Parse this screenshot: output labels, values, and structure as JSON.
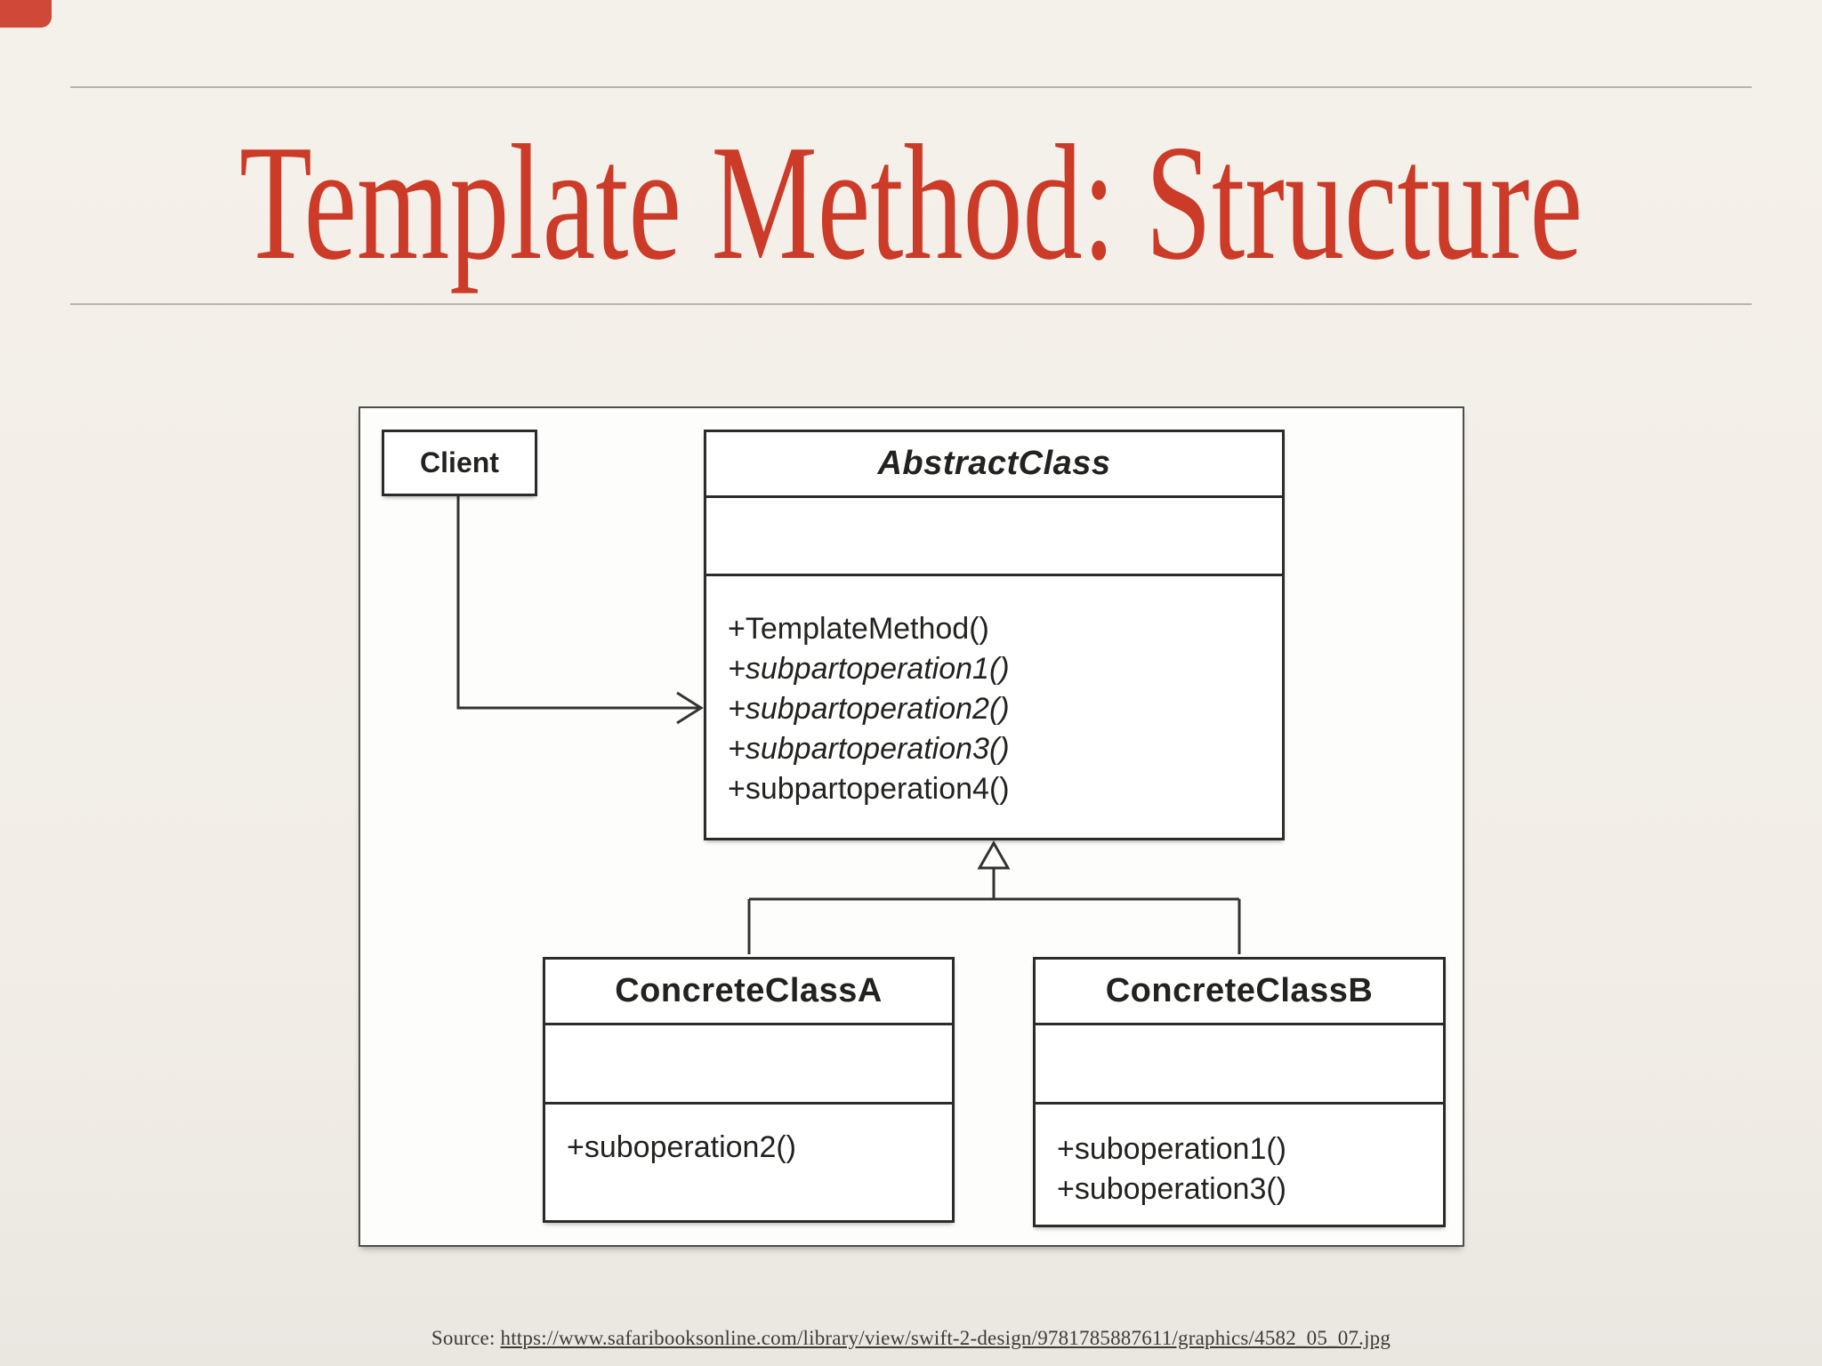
{
  "page": {
    "title": "Template Method: Structure",
    "colors": {
      "background": "#f2eee7",
      "title-red": "#cc3a28",
      "rule-gray": "#b7b4af",
      "line-dark": "#333330",
      "box-border": "#2b2b2b",
      "container-border": "#4e4e4e",
      "method-text": "#222220",
      "source-text": "#3c3b37"
    }
  },
  "source": {
    "prefix": "Source: ",
    "url": "https://www.safaribooksonline.com/library/view/swift-2-design/9781785887611/graphics/4582_05_07.jpg"
  },
  "diagram": {
    "client": {
      "name": "Client"
    },
    "abstract_class": {
      "name": "AbstractClass",
      "methods": [
        {
          "label": "+TemplateMethod()",
          "italic": false
        },
        {
          "label": "+subpartoperation1()",
          "italic": true
        },
        {
          "label": "+subpartoperation2()",
          "italic": true
        },
        {
          "label": "+subpartoperation3()",
          "italic": true
        },
        {
          "label": "+subpartoperation4()",
          "italic": false
        }
      ]
    },
    "concrete_class_a": {
      "name": "ConcreteClassA",
      "methods": [
        {
          "label": "+suboperation2()",
          "italic": false
        }
      ]
    },
    "concrete_class_b": {
      "name": "ConcreteClassB",
      "methods": [
        {
          "label": "+suboperation1()",
          "italic": false
        },
        {
          "label": "+suboperation3()",
          "italic": false
        }
      ]
    },
    "relationships": {
      "association": "Client uses AbstractClass",
      "inheritance": "ConcreteClassA and ConcreteClassB inherit from AbstractClass"
    }
  }
}
